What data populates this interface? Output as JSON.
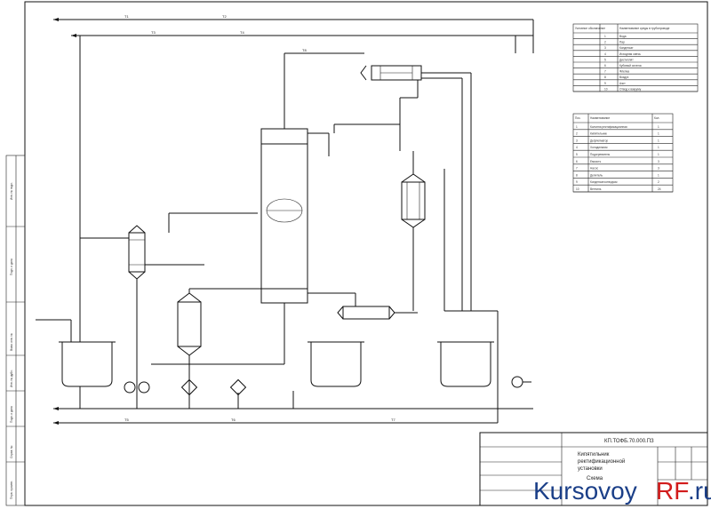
{
  "watermark": {
    "part1": "Kursovoy",
    "part2": "RF",
    "part3": ".ru"
  },
  "title_block": {
    "doc_code": "КП.ТОФБ.70.000.ПЗ",
    "title_line1": "Кипятильник",
    "title_line2": "ректификационной",
    "title_line3": "установки",
    "title_line4": "Схема"
  },
  "side_stamp": {
    "cells": [
      "Инв. № подл.",
      "Подп. и дата",
      "Взам. инв. №",
      "Инв. № дубл.",
      "Подп. и дата",
      "Справ. №",
      "Перв. примен."
    ]
  },
  "legend_top": {
    "headers": [
      "Условное обозначение",
      "Наименование среды в трубопроводе"
    ],
    "rows": [
      {
        "code": "1",
        "name": "Вода"
      },
      {
        "code": "2",
        "name": "Пар"
      },
      {
        "code": "3",
        "name": "Конденсат"
      },
      {
        "code": "4",
        "name": "Исходная смесь"
      },
      {
        "code": "5",
        "name": "Дистиллят"
      },
      {
        "code": "6",
        "name": "Кубовый остаток"
      },
      {
        "code": "7",
        "name": "Флегма"
      },
      {
        "code": "8",
        "name": "Воздух"
      },
      {
        "code": "9",
        "name": "Азот"
      },
      {
        "code": "10",
        "name": "Отвод к вакууму"
      }
    ]
  },
  "legend_bottom": {
    "headers": [
      "Поз.",
      "Наименование",
      "Кол."
    ],
    "rows": [
      {
        "pos": "1",
        "name": "Колонна ректификационная",
        "qty": "1"
      },
      {
        "pos": "2",
        "name": "Кипятильник",
        "qty": "1"
      },
      {
        "pos": "3",
        "name": "Дефлегматор",
        "qty": "1"
      },
      {
        "pos": "4",
        "name": "Холодильник",
        "qty": "1"
      },
      {
        "pos": "5",
        "name": "Подогреватель",
        "qty": "1"
      },
      {
        "pos": "6",
        "name": "Емкость",
        "qty": "3"
      },
      {
        "pos": "7",
        "name": "Насос",
        "qty": "3"
      },
      {
        "pos": "8",
        "name": "Делитель",
        "qty": "1"
      },
      {
        "pos": "9",
        "name": "Конденсатоотводчик",
        "qty": "2"
      },
      {
        "pos": "10",
        "name": "Вентиль",
        "qty": "24"
      }
    ]
  },
  "line_labels": [
    "T1",
    "T2",
    "T3",
    "T4",
    "T5",
    "T6",
    "T7",
    "T8"
  ],
  "colors": {
    "ink": "#111111",
    "watermark_blue": "#1b3f88",
    "watermark_red": "#d21b1b"
  }
}
